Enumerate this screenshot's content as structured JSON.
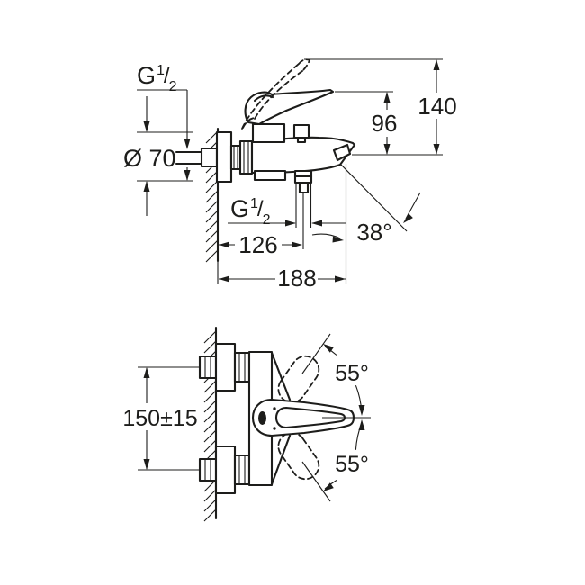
{
  "colors": {
    "ink": "#1d1d1b",
    "background": "#ffffff"
  },
  "side_view": {
    "wall_thread": {
      "base": "G",
      "num": "1",
      "slash": "/",
      "den": "2"
    },
    "escutcheon_diameter": "Ø 70",
    "lever_raised_height": "140",
    "lever_height": "96",
    "outlet_thread": {
      "base": "G",
      "num": "1",
      "slash": "/",
      "den": "2"
    },
    "outlet_distance": "126",
    "spout_reach": "188",
    "spout_angle": "38°"
  },
  "plan_view": {
    "inlet_spacing": "150±15",
    "lever_swing_upper": "55°",
    "lever_swing_lower": "55°"
  }
}
